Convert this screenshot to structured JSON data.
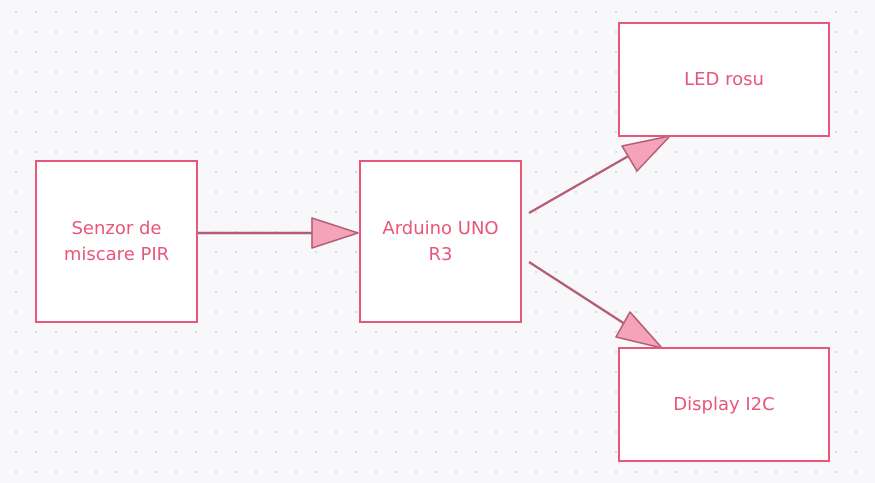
{
  "colors": {
    "node_border": "#e8567a",
    "node_text": "#e8567a",
    "edge_stroke": "#b35c77",
    "arrowhead_fill": "#f4a3b8",
    "node_fill": "#ffffff",
    "background": "#f8f8fa"
  },
  "nodes": {
    "pir": {
      "label": "Senzor de\nmiscare PIR"
    },
    "arduino": {
      "label": "Arduino UNO\nR3"
    },
    "led": {
      "label": "LED rosu"
    },
    "display": {
      "label": "Display I2C"
    }
  },
  "edges": [
    {
      "from": "pir",
      "to": "arduino"
    },
    {
      "from": "arduino",
      "to": "led"
    },
    {
      "from": "arduino",
      "to": "display"
    }
  ]
}
